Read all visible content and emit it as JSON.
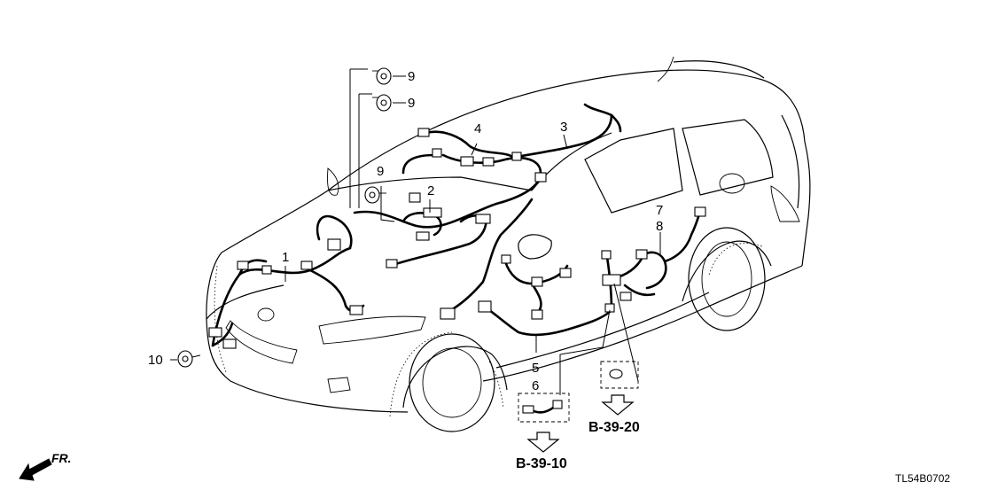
{
  "callouts": {
    "c1": "1",
    "c2": "2",
    "c3": "3",
    "c4": "4",
    "c5": "5",
    "c6": "6",
    "c7": "7",
    "c8": "8",
    "c9a": "9",
    "c9b": "9",
    "c9c": "9",
    "c10": "10"
  },
  "references": {
    "ref_b3910": "B-39-10",
    "ref_b3920": "B-39-20"
  },
  "direction_label": "FR.",
  "diagram_code": "TL54B0702"
}
